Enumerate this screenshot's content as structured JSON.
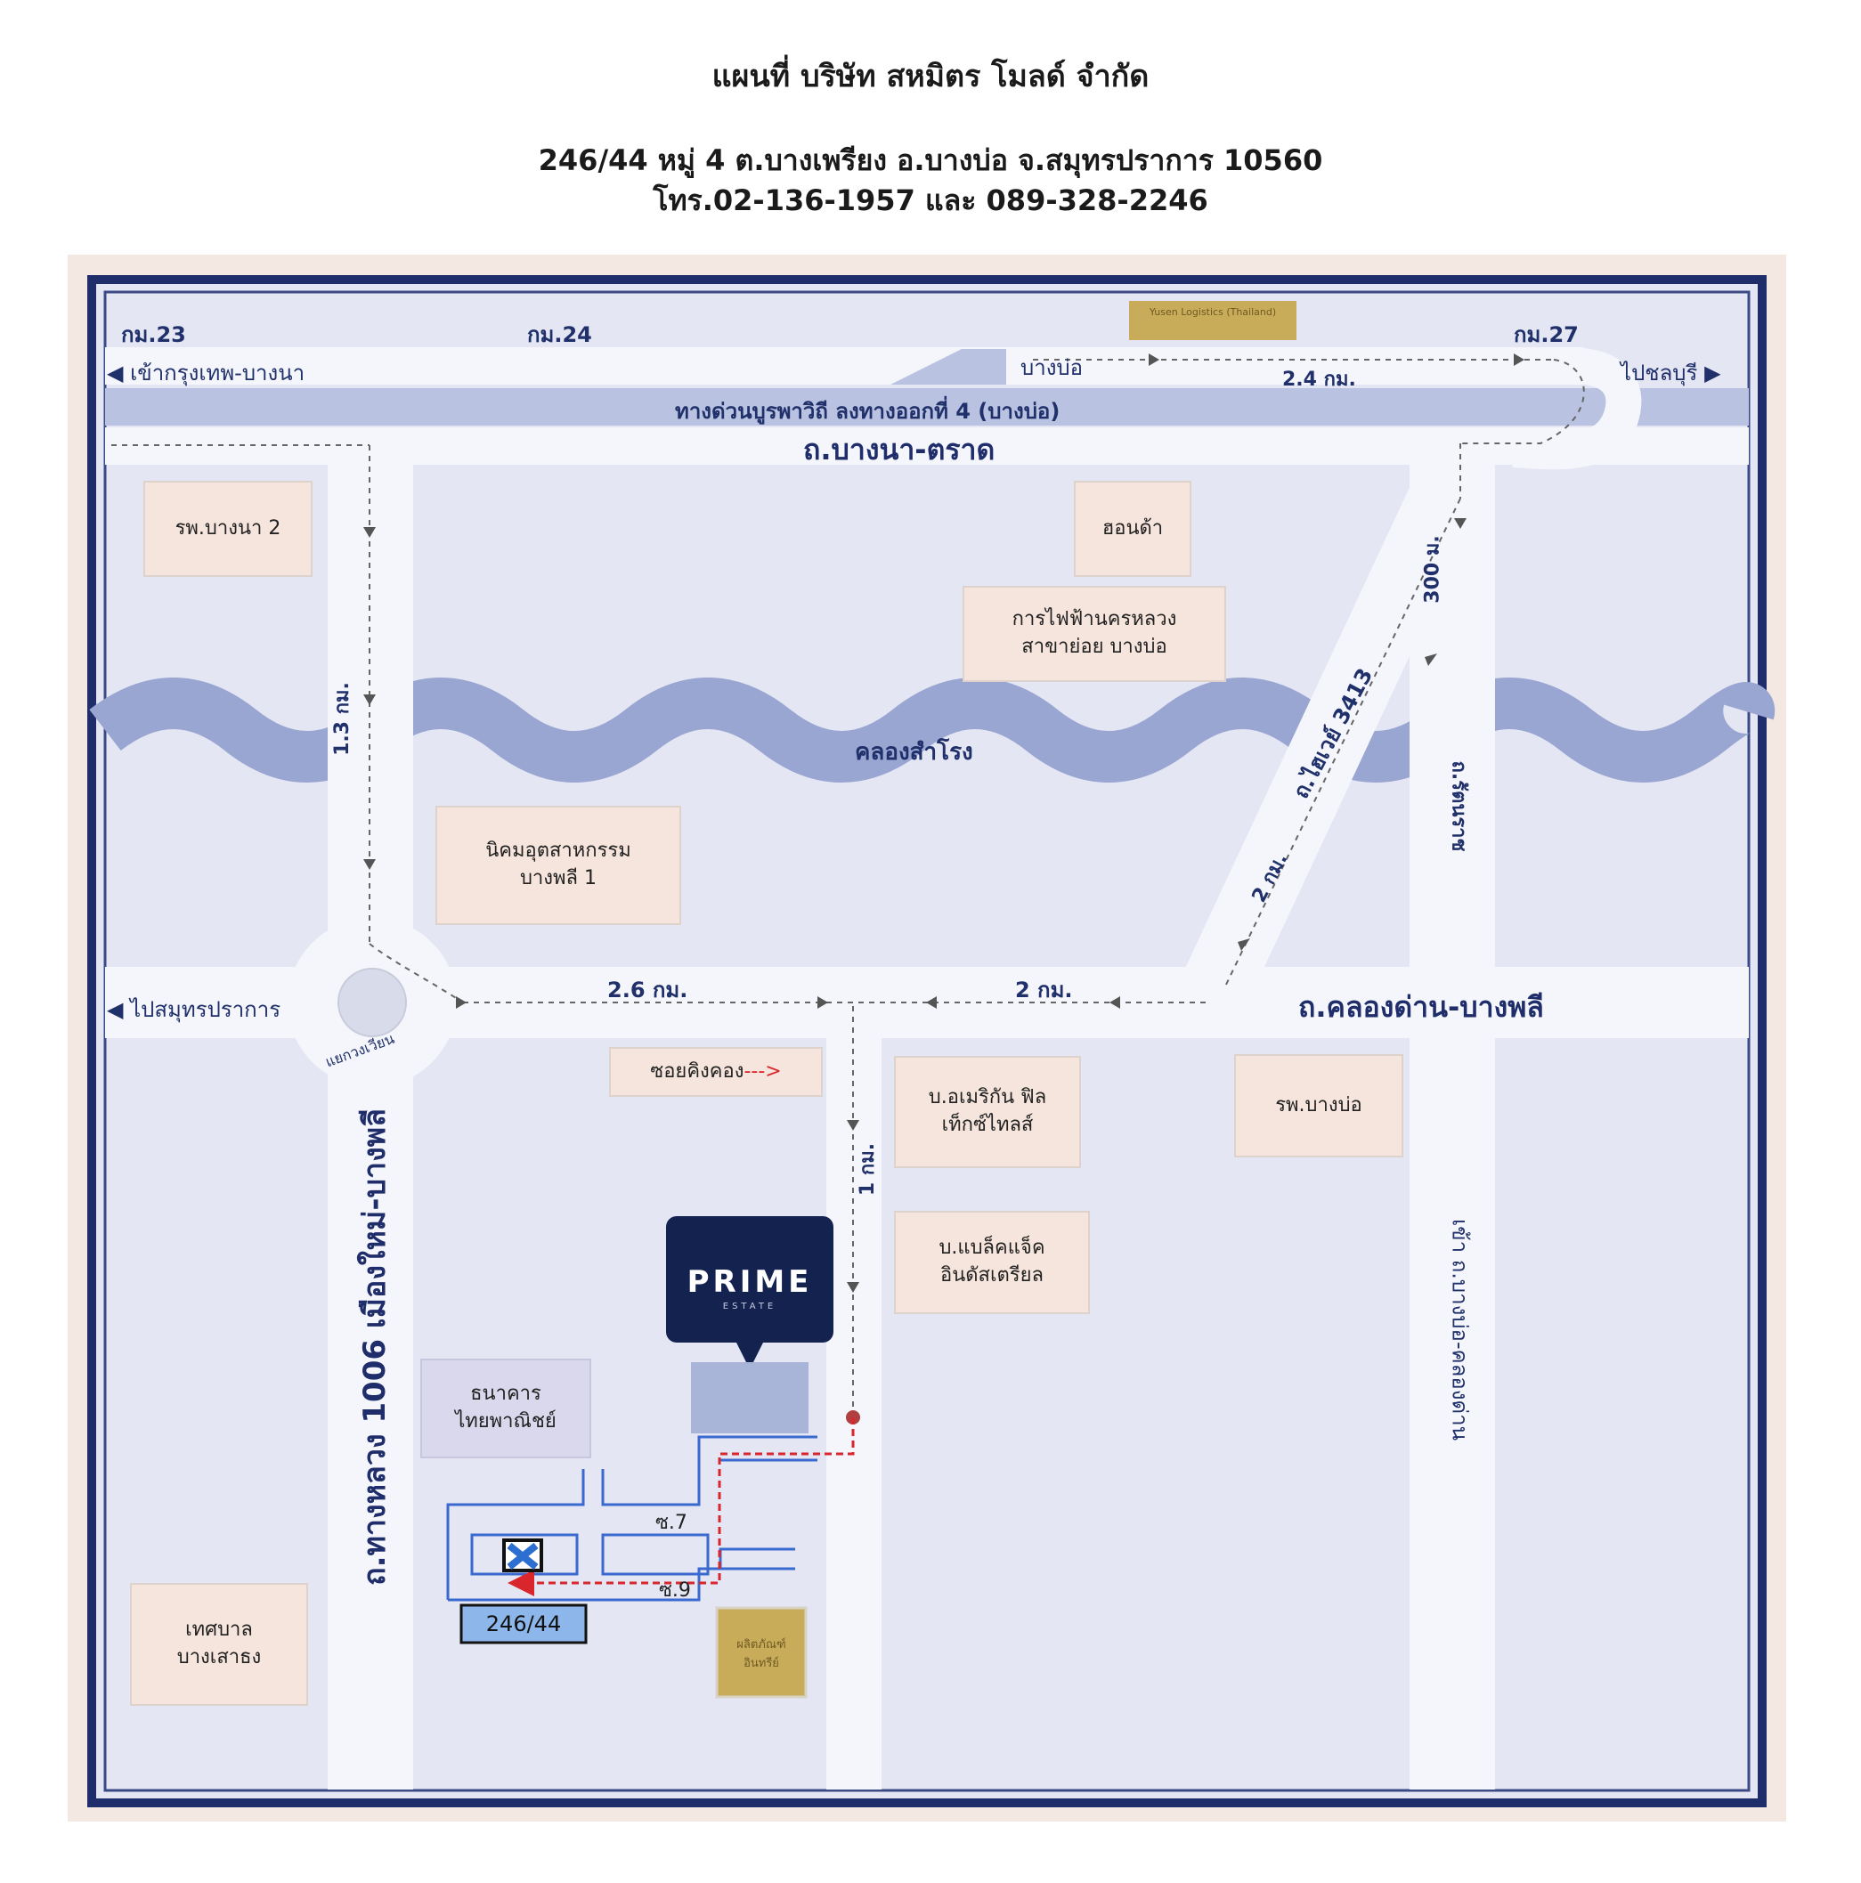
{
  "header": {
    "title": "แผนที่ บริษัท สหมิตร โมลด์ จำกัด",
    "address": "246/44  หมู่ 4   ต.บางเพรียง  อ.บางบ่อ  จ.สมุทรปราการ  10560",
    "phone": "โทร.02-136-1957 และ 089-328-2246"
  },
  "map": {
    "km_markers": [
      "กม.23",
      "กม.24",
      "กม.27"
    ],
    "top_sign": "Yusen Logistics (Thailand)",
    "to_bangkok": "เข้ากรุงเทพ-บางนา",
    "bang_bo": "บางบ่อ",
    "to_chonburi": "ไปชลบุรี",
    "dist_24": "2.4 กม.",
    "expressway": "ทางด่วนบูรพาวิถี ลงทางออกที่ 4 (บางบ่อ)",
    "bangna_trat": "ถ.บางนา-ตราด",
    "canal": "คลองสำโรง",
    "dist_13": "1.3 กม.",
    "dist_300": "300 ม.",
    "road_3413": "ถ.ไฮเวย์ 3413",
    "dist_2_diag": "2 กม.",
    "rattanarach": "ถ.รัตนราช",
    "to_samutprakan": "ไปสมุทรปราการ",
    "roundabout": "แยกวงเวียน",
    "dist_26": "2.6 กม.",
    "dist_2": "2 กม.",
    "khlongdan": "ถ.คลองด่าน-บางพลี",
    "dist_1": "1 กม.",
    "highway_1006": "ถ.ทางหลวง 1006 เมืองใหม่-บางพลี",
    "to_bangbo_khlongdan": "เข้า ถ.บางบ่อ-คลองด่าน",
    "soi7": "ซ.7",
    "soi9": "ซ.9",
    "target": "246/44",
    "prime_logo": "PRIME",
    "prime_sub": "ESTATE",
    "small_sign": "ผลิตภัณฑ์ อินทรีย์"
  },
  "places": {
    "bangna2": "รพ.บางนา 2",
    "honda": "ฮอนด้า",
    "mea": "การไฟฟ้านครหลวง\nสาขาย่อย บางบ่อ",
    "industrial": "นิคมอุตสาหกรรม\nบางพลี 1",
    "soi_king": "ซอยคิงคอง",
    "american": "บ.อเมริกัน ฟิล\nเท็กซ์ไทลส์",
    "bangbo_hosp": "รพ.บางบ่อ",
    "blackjack": "บ.แบล็คแจ็ค\nอินดัสเตรียล",
    "scb": "ธนาคาร\nไทยพาณิชย์",
    "municipality": "เทศบาล\nบางเสาธง"
  },
  "colors": {
    "frame": "#1f2d6b",
    "background": "#e4e7f3",
    "road": "#f5f6fb",
    "canal": "#9aa6d2",
    "expressway": "#b9c2e0",
    "route": "#d9262c"
  }
}
